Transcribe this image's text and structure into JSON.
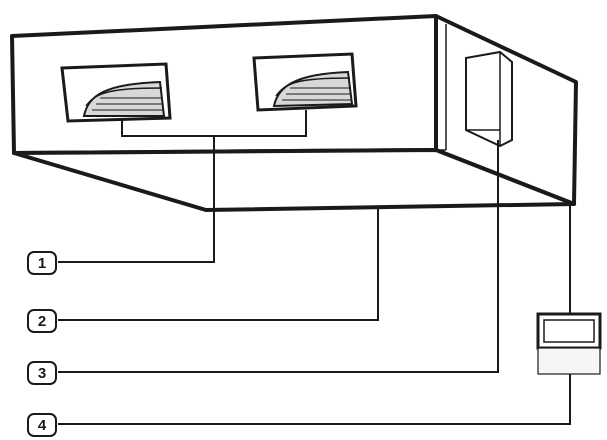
{
  "callouts": [
    {
      "id": "1",
      "label": "1"
    },
    {
      "id": "2",
      "label": "2"
    },
    {
      "id": "3",
      "label": "3"
    },
    {
      "id": "4",
      "label": "4"
    }
  ],
  "colors": {
    "stroke": "#1a1a1a",
    "unit_fill": "#ffffff",
    "bottom_face": "#ffffff",
    "grille_shade": "#d8d8d8",
    "controller_body": "#f6f6f6",
    "background": "#ffffff"
  }
}
